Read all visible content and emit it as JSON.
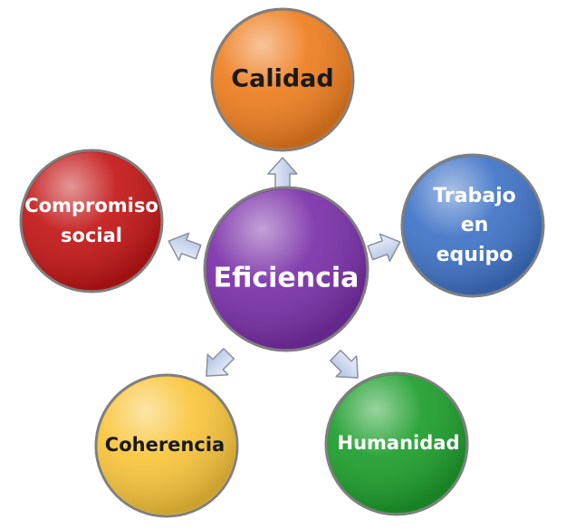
{
  "center": {
    "lines": [
      "Eficiencia"
    ],
    "color": "#7a2fa8",
    "text_color": "#ffffff"
  },
  "nodes": [
    {
      "id": "calidad",
      "lines": [
        "Calidad"
      ],
      "color": "#ee7d1f",
      "text_color": "#1a1a1a"
    },
    {
      "id": "trabajo-en-equipo",
      "lines": [
        "Trabajo",
        "en",
        "equipo"
      ],
      "color": "#3f73c7",
      "text_color": "#ffffff"
    },
    {
      "id": "humanidad",
      "lines": [
        "Humanidad"
      ],
      "color": "#1d9e2c",
      "text_color": "#ffffff"
    },
    {
      "id": "coherencia",
      "lines": [
        "Coherencia"
      ],
      "color": "#f9c53b",
      "text_color": "#1a1a1a"
    },
    {
      "id": "compromiso-social",
      "lines": [
        "Compromiso",
        "social"
      ],
      "color": "#c31616",
      "text_color": "#ffffff"
    }
  ],
  "arrow_color": "#c9d6ee"
}
